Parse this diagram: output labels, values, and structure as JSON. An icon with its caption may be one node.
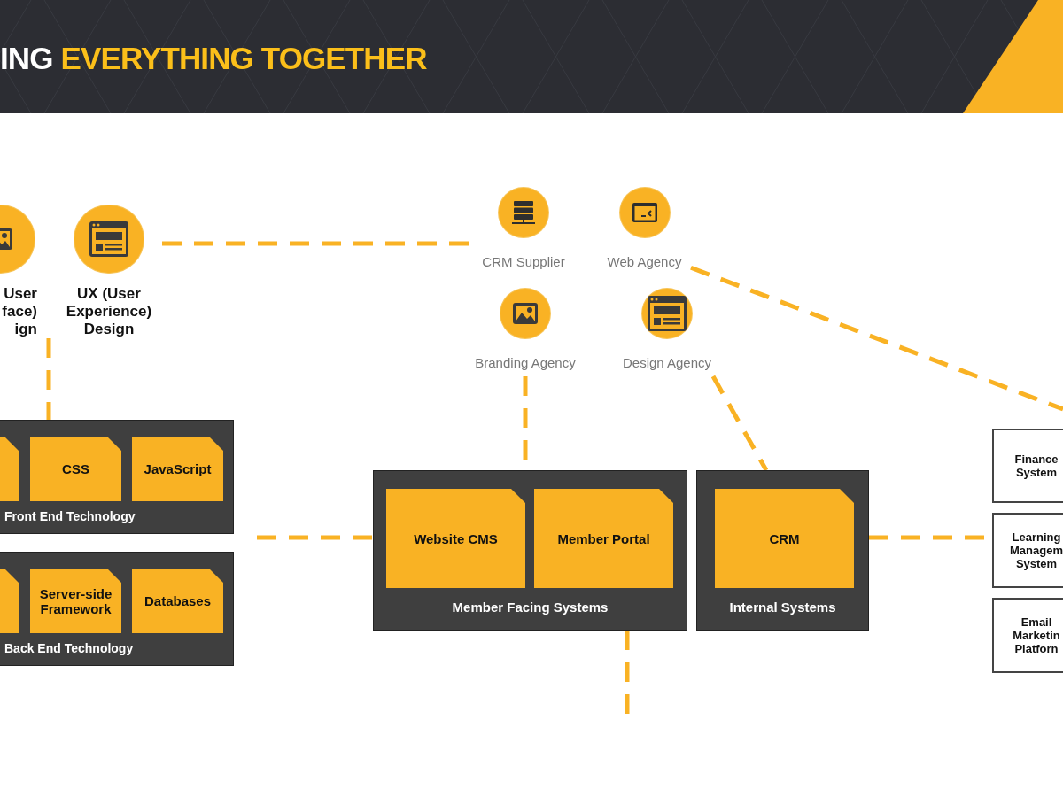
{
  "diagram": {
    "title": "ING EVERYTHING TOGETHER",
    "nodes": [
      {
        "text": [
          "User face) ign"
        ]
      },
      {
        "text": [
          "UX (User Experience) Design"
        ]
      },
      {
        "text": [
          "CRM Supplier"
        ]
      },
      {
        "text": [
          "Web Agency"
        ]
      },
      {
        "text": [
          "Branding Agency"
        ]
      },
      {
        "text": [
          "Design Agency"
        ]
      },
      {
        "text": [
          "Front End Technology"
        ]
      },
      {
        "text": [],
        "shape": "box",
        "in": 6
      },
      {
        "text": [
          "CSS"
        ],
        "in": 6
      },
      {
        "text": [
          "JavaScript"
        ],
        "in": 6
      },
      {
        "text": [
          "Back End Technology"
        ]
      },
      {
        "text": [],
        "shape": "box",
        "in": 10
      },
      {
        "text": [
          "Server-side Framework"
        ],
        "in": 10
      },
      {
        "text": [
          "Databases"
        ],
        "in": 10
      },
      {
        "text": [
          "Member Facing Systems"
        ]
      },
      {
        "text": [
          "Website CMS"
        ],
        "in": 14
      },
      {
        "text": [
          "Member Portal"
        ],
        "in": 14
      },
      {
        "text": [
          "Internal Systems"
        ]
      },
      {
        "text": [
          "CRM"
        ],
        "in": 17
      },
      {
        "text": [
          "Finance System"
        ]
      },
      {
        "text": [
          "Learning Managem System"
        ]
      },
      {
        "text": [
          "Email Marketin Platforn"
        ]
      }
    ],
    "edges": [
      {
        "from": 0,
        "to": 6,
        "arrow": "none",
        "style": "dashed"
      },
      {
        "from": 1,
        "to": 2,
        "arrow": "none",
        "style": "dashed"
      },
      {
        "from": 4,
        "to": 14,
        "arrow": "none",
        "style": "dashed"
      },
      {
        "from": 5,
        "to": 17,
        "arrow": "none",
        "style": "dashed"
      },
      {
        "from": 3,
        "to": null,
        "arrow": "none",
        "style": "dashed"
      },
      {
        "from": null,
        "to": 14,
        "arrow": "none",
        "style": "dashed"
      },
      {
        "from": 17,
        "to": 20,
        "arrow": "none",
        "style": "dashed"
      },
      {
        "from": 14,
        "to": null,
        "arrow": "none",
        "style": "dashed"
      }
    ]
  }
}
